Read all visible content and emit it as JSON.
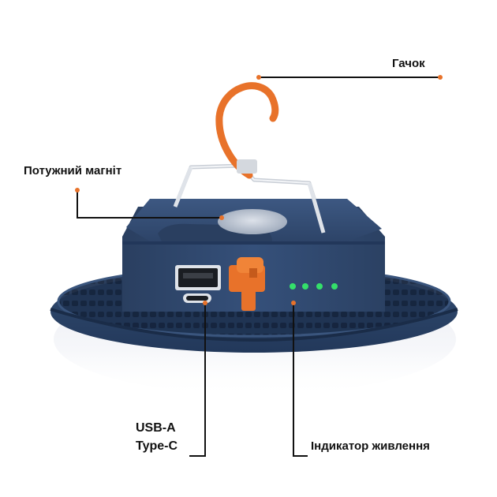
{
  "labels": {
    "hook": "Гачок",
    "magnet": "Потужний магніт",
    "usb_a": "USB-A",
    "type_c": "Type-C",
    "power_indicator": "Індикатор живлення"
  },
  "colors": {
    "body_navy": "#2f4565",
    "accent_orange": "#e8722a",
    "led_green": "#34e06a",
    "leader_dot": "#e8722a"
  },
  "indicator": {
    "leds_lit": 4
  }
}
